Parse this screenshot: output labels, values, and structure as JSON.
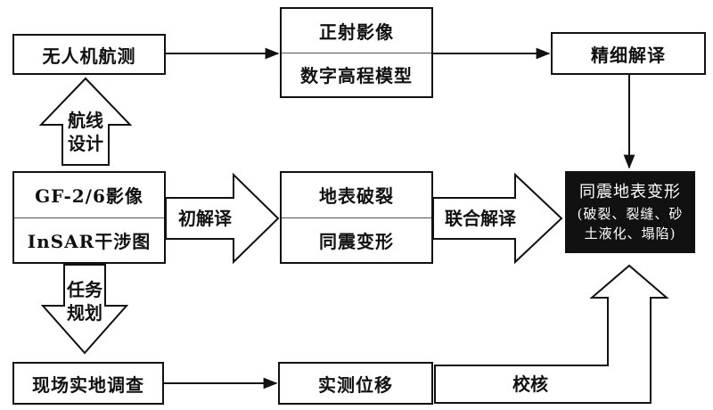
{
  "nodes": {
    "uav_survey": "无人机航测",
    "ortho": "正射影像",
    "dem": "数字高程模型",
    "fine_interp": "精细解译",
    "gf_image": "GF-2/6影像",
    "insar": "InSAR干涉图",
    "surface_rupture": "地表破裂",
    "coseismic_def": "同震变形",
    "target_title": "同震地表变形",
    "target_sub1": "(破裂、裂缝、砂",
    "target_sub2": "土液化、塌陷)",
    "field_survey": "现场实地调查",
    "measured_disp": "实测位移"
  },
  "arrows": {
    "route_design_1": "航线",
    "route_design_2": "设计",
    "task_plan_1": "任务",
    "task_plan_2": "规划",
    "initial_interp": "初解译",
    "joint_interp": "联合解译",
    "verify": "校核"
  }
}
